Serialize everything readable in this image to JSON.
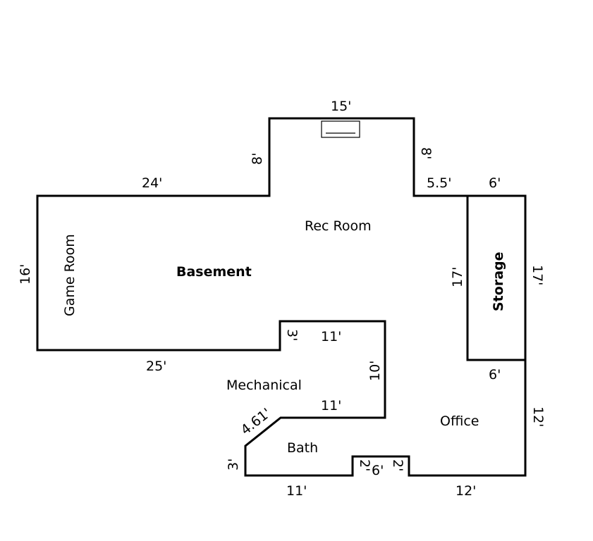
{
  "rooms": {
    "basement": "Basement",
    "rec_room": "Rec Room",
    "game_room": "Game Room",
    "storage": "Storage",
    "mechanical": "Mechanical",
    "office": "Office",
    "bath": "Bath"
  },
  "dimensions": {
    "rec_top": "15'",
    "rec_left": "8'",
    "rec_right": "8'",
    "north_left": "24'",
    "north_mid": "5.5'",
    "storage_top": "6'",
    "west": "16'",
    "storage_left": "17'",
    "storage_right": "17'",
    "notch_vertical": "3'",
    "notch_top": "11'",
    "south_left": "25'",
    "storage_bottom": "6'",
    "mech_right": "10'",
    "mech_bottom": "11'",
    "diagonal": "4.61'",
    "office_right": "12'",
    "bath_left": "3'",
    "alcove_left": "2'",
    "alcove_width": "6'",
    "alcove_right": "2'",
    "bath_bottom": "11'",
    "office_bottom": "12'"
  }
}
